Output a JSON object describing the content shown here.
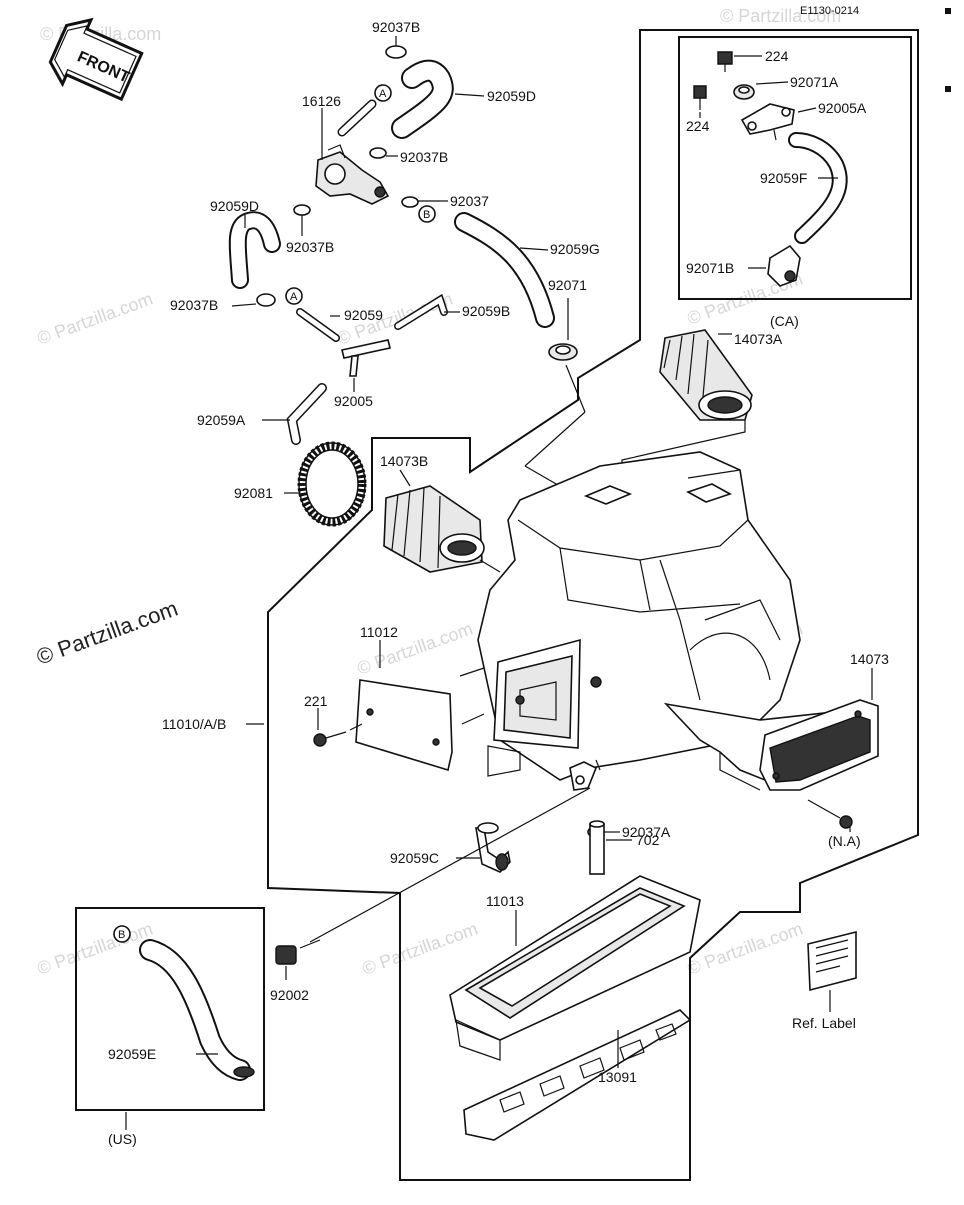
{
  "diagram_code": "E1130-0214",
  "front_label": "FRONT",
  "watermarks": {
    "main": "© Partzilla.com",
    "faint": "© Partzilla.com"
  },
  "parts": [
    {
      "id": "p0",
      "label": "92037B"
    },
    {
      "id": "p1",
      "label": "92059D"
    },
    {
      "id": "p2",
      "label": "16126"
    },
    {
      "id": "p3",
      "label": "92037B"
    },
    {
      "id": "p4",
      "label": "92037"
    },
    {
      "id": "p5",
      "label": "92059D"
    },
    {
      "id": "p6",
      "label": "92037B"
    },
    {
      "id": "p7",
      "label": "92059G"
    },
    {
      "id": "p8",
      "label": "92071"
    },
    {
      "id": "p9",
      "label": "92037B"
    },
    {
      "id": "p10",
      "label": "92059"
    },
    {
      "id": "p11",
      "label": "92059B"
    },
    {
      "id": "p12",
      "label": "92005"
    },
    {
      "id": "p13",
      "label": "92059A"
    },
    {
      "id": "p14",
      "label": "92081"
    },
    {
      "id": "p15",
      "label": "14073B"
    },
    {
      "id": "p16",
      "label": "14073A"
    },
    {
      "id": "p17",
      "label": "224"
    },
    {
      "id": "p18",
      "label": "92071A"
    },
    {
      "id": "p19",
      "label": "224"
    },
    {
      "id": "p20",
      "label": "92005A"
    },
    {
      "id": "p21",
      "label": "92059F"
    },
    {
      "id": "p22",
      "label": "92071B"
    },
    {
      "id": "p23",
      "label": "(CA)"
    },
    {
      "id": "p24",
      "label": "11012"
    },
    {
      "id": "p25",
      "label": "221"
    },
    {
      "id": "p26",
      "label": "11010/A/B"
    },
    {
      "id": "p27",
      "label": "14073"
    },
    {
      "id": "p28",
      "label": "92059C"
    },
    {
      "id": "p29",
      "label": "92037A"
    },
    {
      "id": "p30",
      "label": "702"
    },
    {
      "id": "p31",
      "label": "(N.A)"
    },
    {
      "id": "p32",
      "label": "11013"
    },
    {
      "id": "p33",
      "label": "92002"
    },
    {
      "id": "p34",
      "label": "13091"
    },
    {
      "id": "p35",
      "label": "Ref. Label"
    },
    {
      "id": "p36",
      "label": "92059E"
    },
    {
      "id": "p37",
      "label": "(US)"
    }
  ],
  "callouts": {
    "a1": "A",
    "a2": "A",
    "b1": "B",
    "b2": "B"
  }
}
